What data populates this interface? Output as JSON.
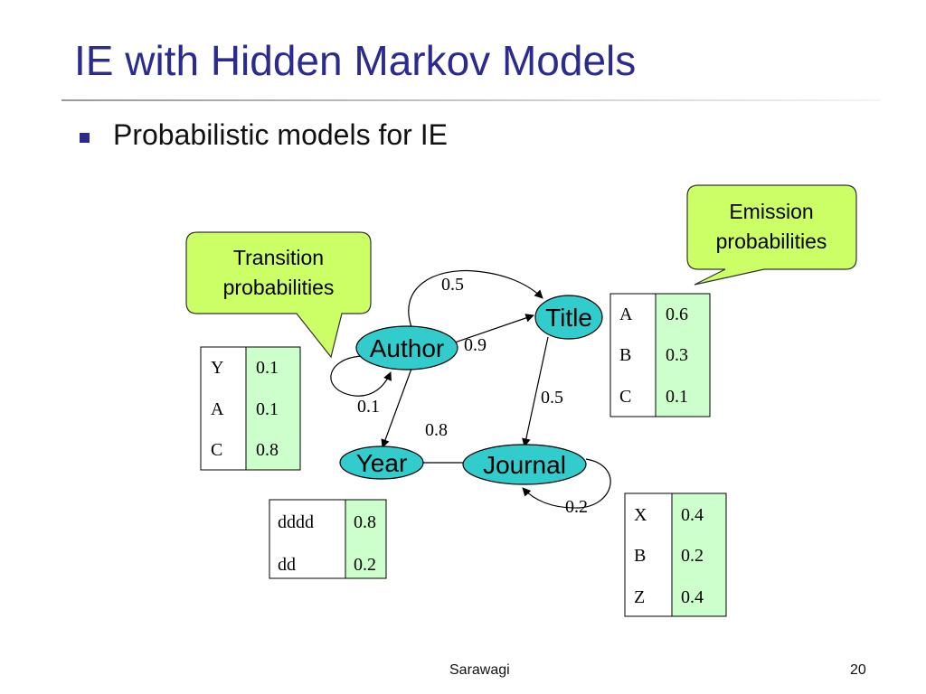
{
  "slide": {
    "title": "IE with Hidden Markov Models",
    "bullet": "Probabilistic models for IE",
    "footer_author": "Sarawagi",
    "page_number": "20"
  },
  "callouts": {
    "transition": {
      "line1": "Transition",
      "line2": "probabilities"
    },
    "emission": {
      "line1": "Emission",
      "line2": "probabilities"
    }
  },
  "states": {
    "author": "Author",
    "title": "Title",
    "year": "Year",
    "journal": "Journal"
  },
  "edges": {
    "author_title_loop": "0.5",
    "author_title": "0.9",
    "author_self": "0.1",
    "author_year": "0.8",
    "title_journal": "0.5",
    "journal_self": "0.2"
  },
  "emission_tables": {
    "author": [
      {
        "symbol": "Y",
        "prob": "0.1"
      },
      {
        "symbol": "A",
        "prob": "0.1"
      },
      {
        "symbol": "C",
        "prob": "0.8"
      }
    ],
    "title": [
      {
        "symbol": "A",
        "prob": "0.6"
      },
      {
        "symbol": "B",
        "prob": "0.3"
      },
      {
        "symbol": "C",
        "prob": "0.1"
      }
    ],
    "year": [
      {
        "symbol": "dddd",
        "prob": "0.8"
      },
      {
        "symbol": "dd",
        "prob": "0.2"
      }
    ],
    "journal": [
      {
        "symbol": "X",
        "prob": "0.4"
      },
      {
        "symbol": "B",
        "prob": "0.2"
      },
      {
        "symbol": "Z",
        "prob": "0.4"
      }
    ]
  },
  "colors": {
    "title_text": "#2b2b8f",
    "state_fill": "#33cccc",
    "callout_fill": "#ccff66",
    "table_value_fill": "#ccffcc"
  }
}
